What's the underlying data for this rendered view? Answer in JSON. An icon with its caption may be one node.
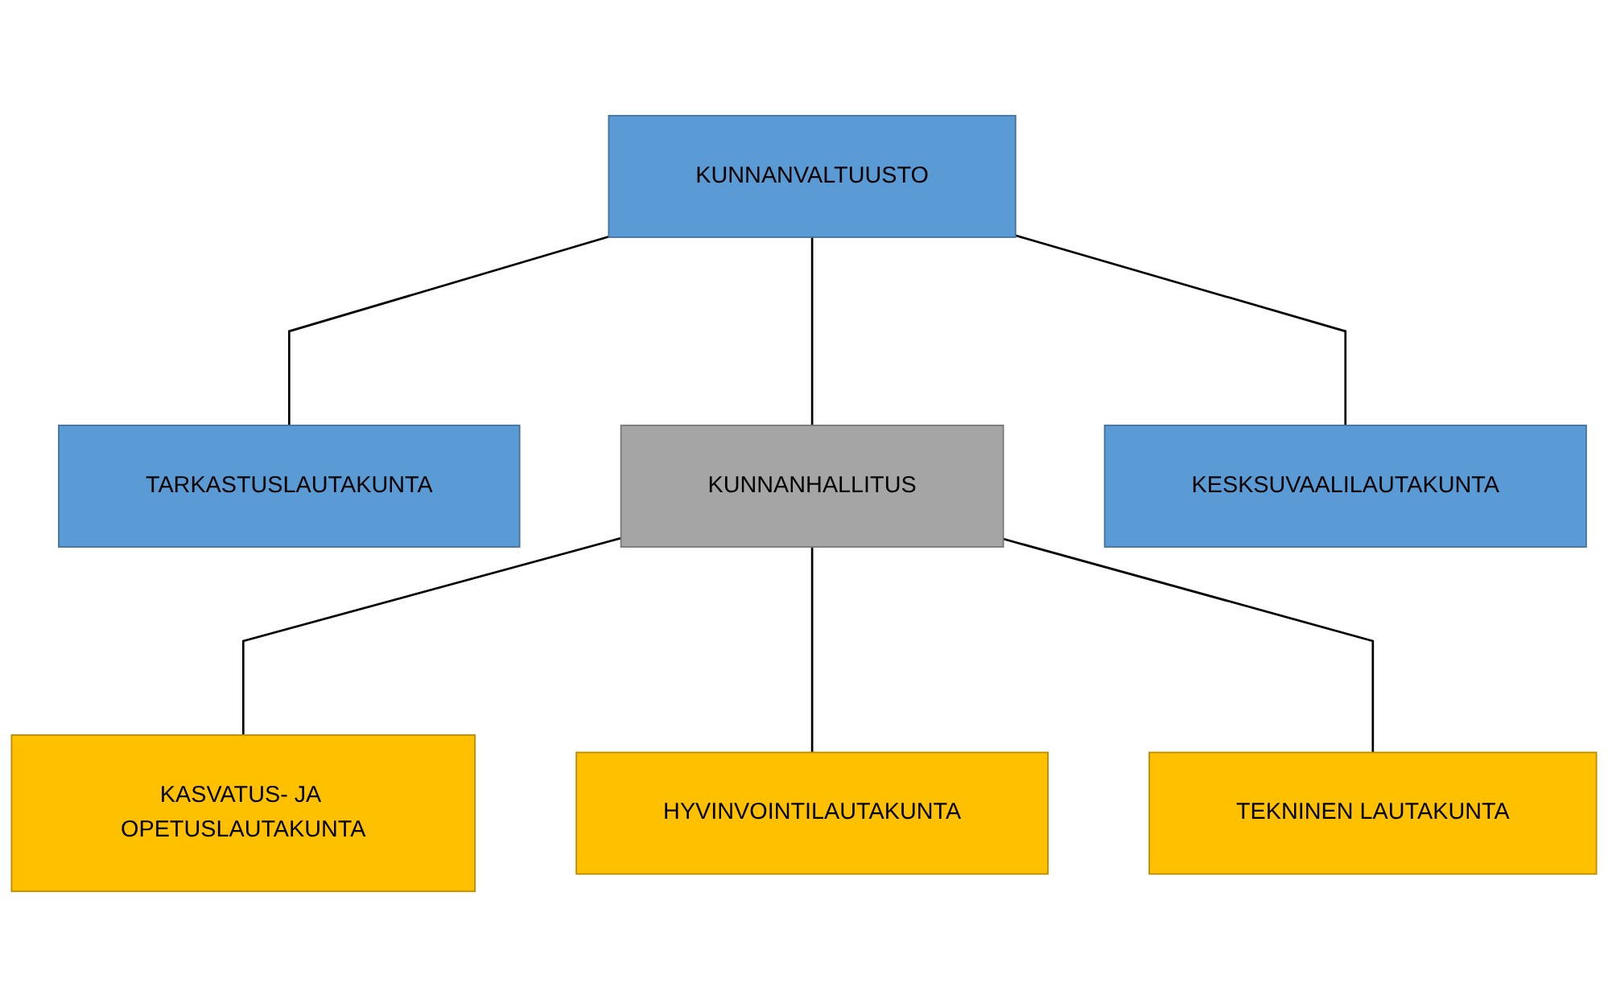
{
  "diagram": {
    "nodes": [
      {
        "text": [
          "KUNNANVALTUUSTO"
        ]
      },
      {
        "text": [
          "TARKASTUSLAUTAKUNTA"
        ]
      },
      {
        "text": [
          "KESKSUVAALILAUTAKUNTA"
        ]
      },
      {
        "text": [
          "KUNNANHALLITUS"
        ]
      },
      {
        "text": [
          "KASVATUS- JA OPETUSLAUTAKUNTA"
        ]
      },
      {
        "text": [
          "HYVINVOINTILAUTAKUNTA"
        ]
      },
      {
        "text": [
          "TEKNINEN LAUTAKUNTA"
        ]
      }
    ],
    "edges": [
      {
        "from": 0,
        "to": 1,
        "arrow": "none"
      },
      {
        "from": 0,
        "to": 2,
        "arrow": "none"
      },
      {
        "from": 0,
        "to": 3,
        "arrow": "none"
      },
      {
        "from": 3,
        "to": 4,
        "arrow": "none"
      },
      {
        "from": 3,
        "to": 5,
        "arrow": "none"
      },
      {
        "from": 3,
        "to": 6,
        "arrow": "none"
      }
    ]
  }
}
